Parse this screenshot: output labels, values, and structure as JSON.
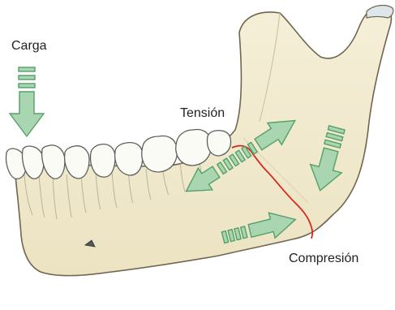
{
  "labels": {
    "load": "Carga",
    "tension": "Tensión",
    "compression": "Compresión"
  },
  "colors": {
    "bone_fill": "#f3ecd2",
    "bone_stroke": "#6e6650",
    "tooth_fill": "#fbfbf6",
    "tooth_stroke": "#5e5e5e",
    "root_line": "#b9b39c",
    "arrow_fill": "#a9d6b1",
    "arrow_stroke": "#54a06a",
    "fracture_line": "#d62a1e",
    "text": "#222222"
  },
  "icons": {
    "load_arrow": "down-arrow-icon",
    "tension_arrows": "double-headed-arrow-icon",
    "compression_arrows": "converging-arrow-icon"
  }
}
